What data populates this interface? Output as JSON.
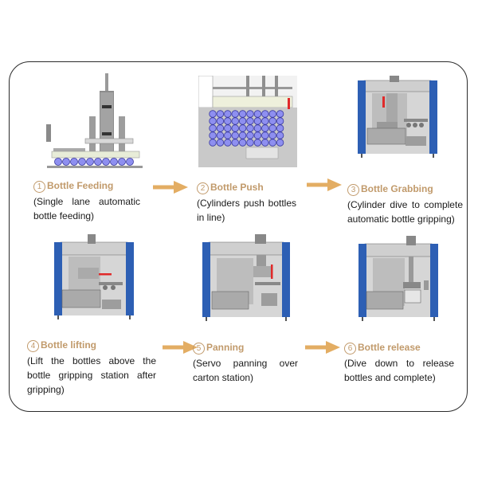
{
  "colors": {
    "title": "#c19a6b",
    "arrow": "#e3ad63",
    "text": "#1a1a1a",
    "frame": "#2b2b2b",
    "machine_blue": "#2d5fb4",
    "bottle_fill": "#8e8ff0",
    "machine_gray": "#bdbdbd",
    "red_indicator": "#e02a2a"
  },
  "steps": [
    {
      "number": "1",
      "title": "Bottle Feeding",
      "description": "(Single lane automatic bottle feeding)",
      "image": "single-lane-feeder-illustration"
    },
    {
      "number": "2",
      "title": "Bottle Push",
      "description": "(Cylinders push bottles in line)",
      "image": "bottle-push-grid-illustration"
    },
    {
      "number": "3",
      "title": "Bottle Grabbing",
      "description": "(Cylinder dive to complete automatic bottle gripping)",
      "image": "grabbing-station-illustration"
    },
    {
      "number": "4",
      "title": "Bottle lifting",
      "description": "(Lift the bottles above the bottle gripping station after gripping)",
      "image": "lifting-station-illustration"
    },
    {
      "number": "5",
      "title": "Panning",
      "description": "(Servo panning over carton station)",
      "image": "panning-station-illustration"
    },
    {
      "number": "6",
      "title": "Bottle release",
      "description": "(Dive down to release bottles and complete)",
      "image": "release-station-illustration"
    }
  ],
  "arrows": [
    {
      "from": "1",
      "to": "2",
      "icon": "arrow-right-icon"
    },
    {
      "from": "2",
      "to": "3",
      "icon": "arrow-right-icon"
    },
    {
      "from": "4",
      "to": "5",
      "icon": "arrow-right-icon"
    },
    {
      "from": "5",
      "to": "6",
      "icon": "arrow-right-icon"
    }
  ]
}
